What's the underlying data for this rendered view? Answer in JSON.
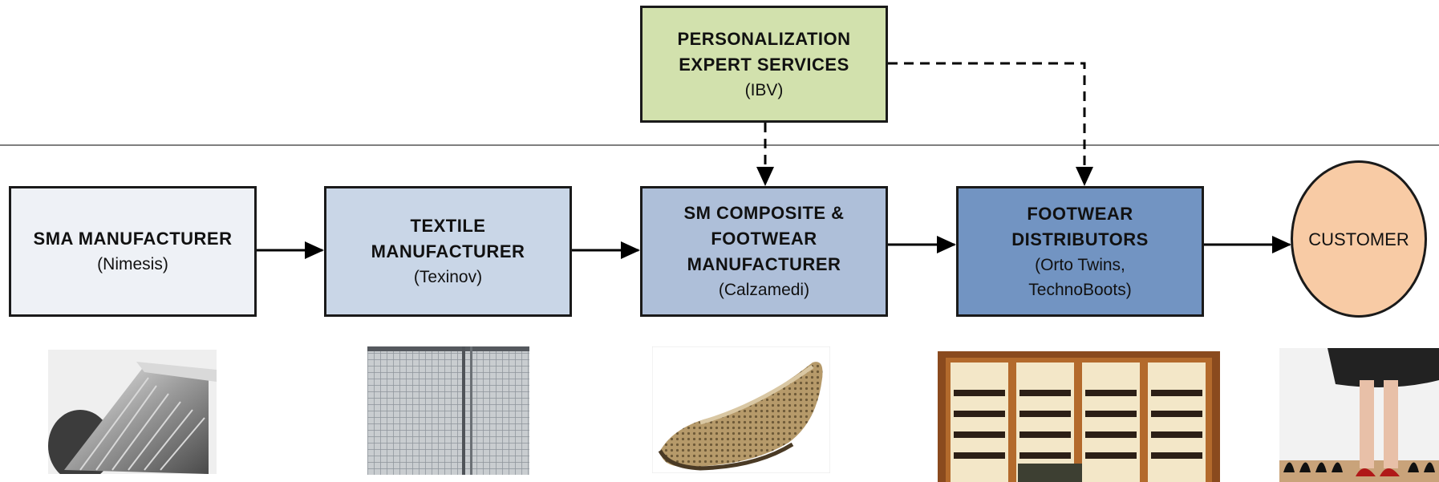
{
  "top_box": {
    "title": "PERSONALIZATION\nEXPERT SERVICES",
    "subtitle": "(IBV)",
    "color": "#d2e1ad"
  },
  "chain": [
    {
      "title": "SMA MANUFACTURER",
      "subtitle": "(Nimesis)",
      "color": "#eef1f6"
    },
    {
      "title": "TEXTILE\nMANUFACTURER",
      "subtitle": "(Texinov)",
      "color": "#c9d6e7"
    },
    {
      "title": "SM COMPOSITE &\nFOOTWEAR\nMANUFACTURER",
      "subtitle": "(Calzamedi)",
      "color": "#aebfd9"
    },
    {
      "title": "FOOTWEAR\nDISTRIBUTORS",
      "subtitle": "(Orto Twins,\nTechnoBoots)",
      "color": "#7294c2"
    }
  ],
  "customer": {
    "label": "CUSTOMER",
    "color": "#f8cba5"
  },
  "images": [
    "sma-wire-spool-photo",
    "textile-mesh-photo",
    "shoe-photo",
    "store-shelves-photo",
    "legs-and-shoes-photo"
  ]
}
